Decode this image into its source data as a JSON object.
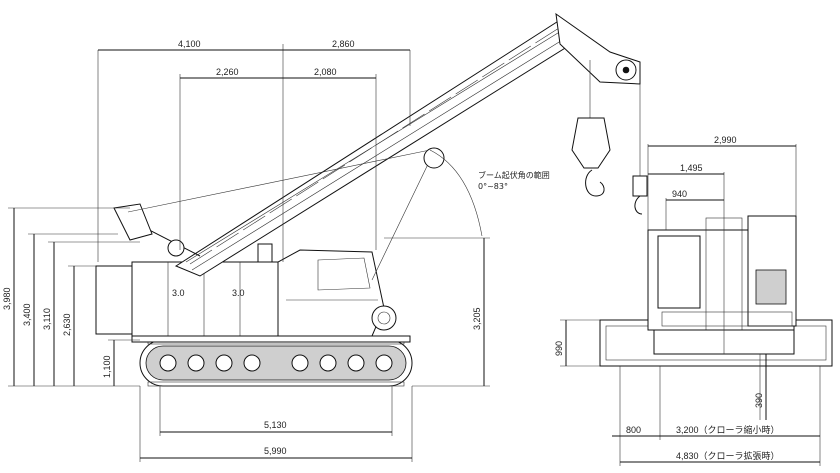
{
  "side_view": {
    "top_dims": [
      "4,100",
      "2,860",
      "2,260",
      "2,080"
    ],
    "left_dims": [
      "3,980",
      "3,400",
      "3,110",
      "2,630",
      "1,100"
    ],
    "right_dim": "3,205",
    "bottom_dims": [
      "5,130",
      "5,990"
    ],
    "boom_angle_note_1": "ブーム起伏角の範囲",
    "boom_angle_note_2": "0°~83°",
    "counterweight_marks": [
      "3.0",
      "3.0"
    ]
  },
  "front_view": {
    "top_dims": [
      "2,990",
      "1,495",
      "940"
    ],
    "left_dim": "990",
    "right_dim": "390",
    "bottom_dims": [
      "800",
      "3,200（クローラ縮小時）",
      "4,830（クローラ拡張時）"
    ]
  }
}
